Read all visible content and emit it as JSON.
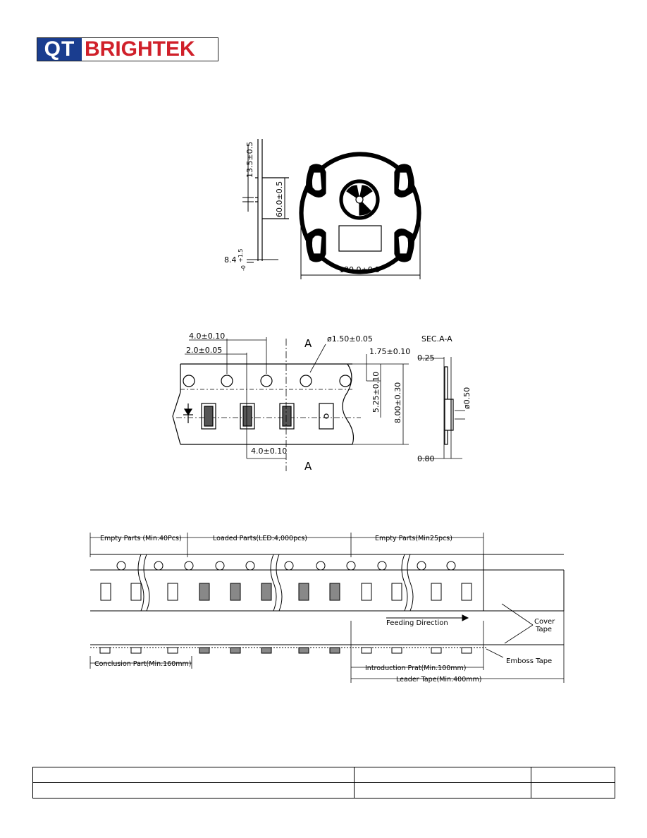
{
  "logo": {
    "part1": "QT",
    "part2": "BRIGHTEK"
  },
  "reel": {
    "dim_width": "13.5±0.5",
    "dim_hub": "60.0±0.5",
    "dim_thickness_base": "8.4",
    "dim_thickness_plus": "+1.5",
    "dim_thickness_minus": "-0",
    "dim_diameter": "180.0±0.5"
  },
  "tape": {
    "pitch_top": "4.0±0.10",
    "pitch_half": "2.0±0.05",
    "hole_dia": "ø1.50±0.05",
    "edge": "1.75±0.10",
    "center": "5.25±0.10",
    "width": "8.00±0.30",
    "pitch_bottom": "4.0±0.10",
    "section_mark": "A",
    "sec_title": "SEC.A-A",
    "sec_thickness": "0.25",
    "sec_dia": "ø0.50",
    "sec_depth": "0.80"
  },
  "leader": {
    "empty_parts_start": "Empty Parts (Min.40Pcs)",
    "loaded_parts": "Loaded Parts(LED:4,000pcs)",
    "empty_parts_end": "Empty Parts(Min25pcs)",
    "feeding_direction": "Feeding Direction",
    "cover_tape_1": "Cover",
    "cover_tape_2": "Tape",
    "emboss_tape": "Emboss Tape",
    "conclusion_part": "Conclusion Part(Min.160mm)",
    "introduction_part": "Introduction Prat(Min.100mm)",
    "leader_tape": "Leader Tape(Min.400mm)"
  },
  "footer": {
    "cells": [
      "",
      "",
      "",
      "",
      "",
      ""
    ]
  }
}
